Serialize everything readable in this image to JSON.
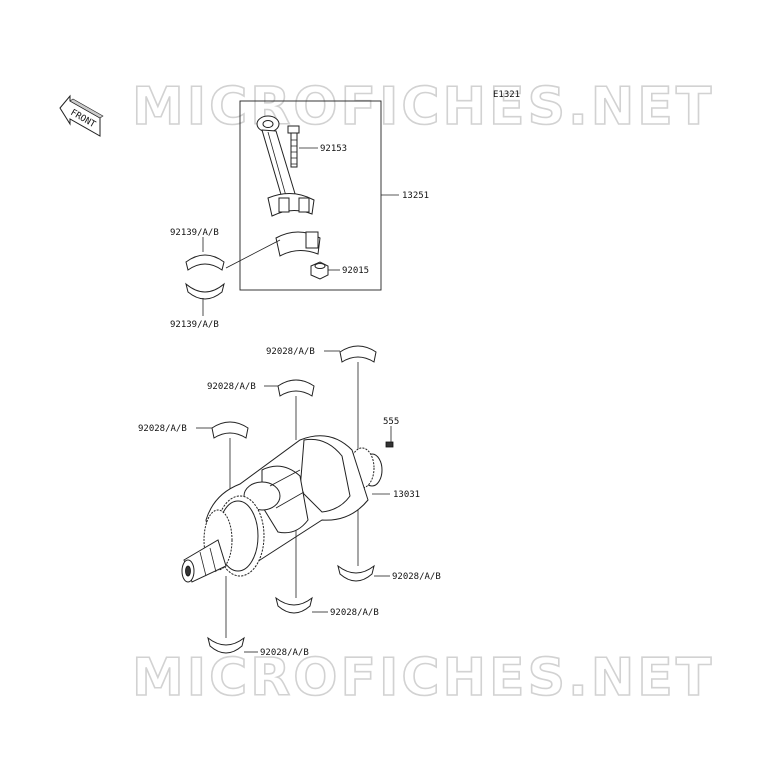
{
  "diagram": {
    "ref_code": "E1321",
    "front_label": "FRONT",
    "watermark_text": "MICROFICHES.NET",
    "parts": {
      "bolt": "92153",
      "rod_assembly": "13251",
      "bearing_upper": "92139/A/B",
      "bearing_lower": "92139/A/B",
      "nut": "92015",
      "main_bearing_1": "92028/A/B",
      "main_bearing_2": "92028/A/B",
      "main_bearing_3": "92028/A/B",
      "key": "555",
      "crankshaft": "13031",
      "main_bearing_4": "92028/A/B",
      "main_bearing_5": "92028/A/B",
      "main_bearing_6": "92028/A/B"
    }
  }
}
